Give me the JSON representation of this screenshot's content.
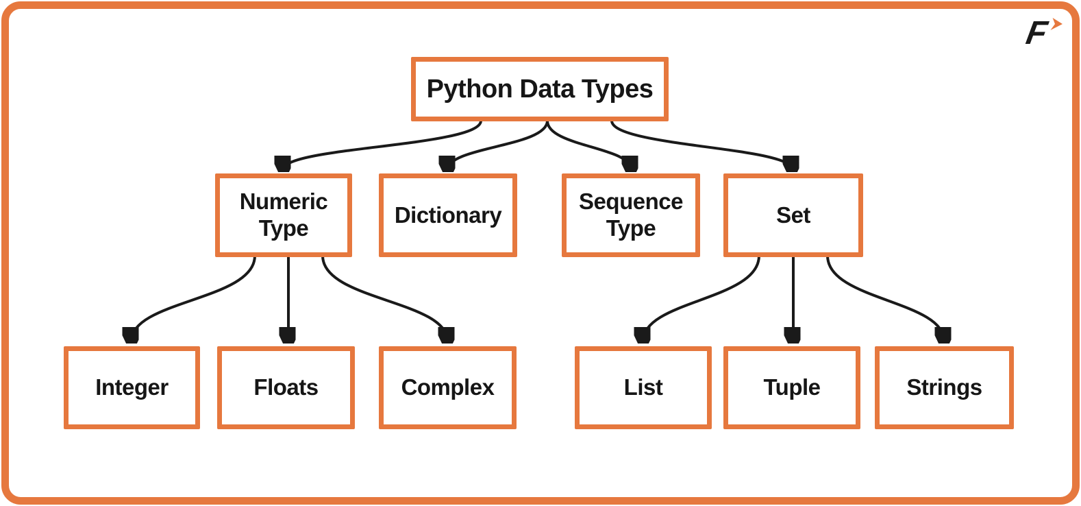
{
  "colors": {
    "accent": "#E6783E",
    "ink": "#1A1A1A",
    "background": "#FFFFFF"
  },
  "logo": {
    "letter": "F",
    "arrow_icon": "chevron-right"
  },
  "tree": {
    "root": {
      "label": "Python Data Types"
    },
    "branches": [
      {
        "label": "Numeric Type",
        "children": [
          "Integer",
          "Floats",
          "Complex"
        ]
      },
      {
        "label": "Dictionary",
        "children": []
      },
      {
        "label": "Sequence Type",
        "children": []
      },
      {
        "label": "Set",
        "children": [
          "List",
          "Tuple",
          "Strings"
        ]
      }
    ]
  }
}
